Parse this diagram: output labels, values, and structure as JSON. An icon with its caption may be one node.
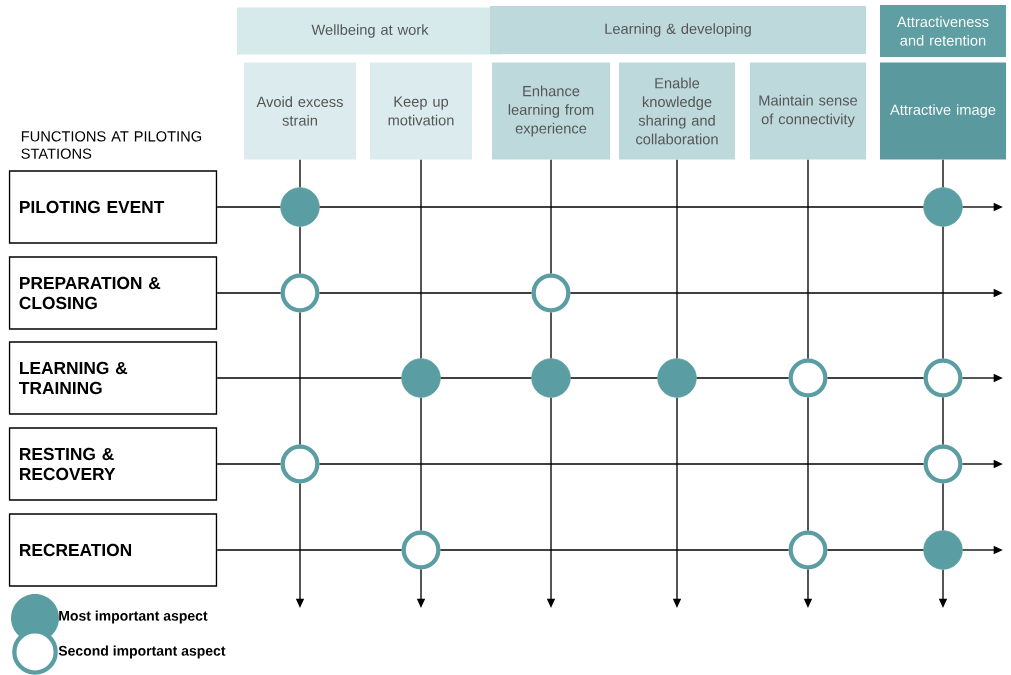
{
  "diagram": {
    "nodes": [
      {
        "text": [
          "Wellbeing at work"
        ]
      },
      {
        "text": [
          "Learning & developing"
        ]
      },
      {
        "text": [
          "Attractiveness and retention"
        ]
      },
      {
        "text": [
          "Avoid excess strain"
        ]
      },
      {
        "text": [
          "Keep up motivation"
        ]
      },
      {
        "text": [
          "Enhance learning from experience"
        ]
      },
      {
        "text": [
          "Enable knowledge sharing and collaboration"
        ]
      },
      {
        "text": [
          "Maintain sense of connectivity"
        ]
      },
      {
        "text": [
          "Attractive image"
        ]
      },
      {
        "text": [
          "PILOTING EVENT"
        ]
      },
      {
        "text": [
          "PREPARATION & CLOSING"
        ]
      },
      {
        "text": [
          "LEARNING & TRAINING"
        ]
      },
      {
        "text": [
          "RESTING & RECOVERY"
        ]
      },
      {
        "text": [
          "RECREATION"
        ]
      },
      {
        "text": [],
        "shape": "disc"
      },
      {
        "text": [],
        "shape": "disc"
      },
      {
        "text": [],
        "shape": "ring"
      },
      {
        "text": [],
        "shape": "ring"
      },
      {
        "text": [],
        "shape": "disc"
      },
      {
        "text": [],
        "shape": "disc"
      },
      {
        "text": [],
        "shape": "disc"
      },
      {
        "text": [],
        "shape": "ring"
      },
      {
        "text": [],
        "shape": "ring"
      },
      {
        "text": [],
        "shape": "ring"
      },
      {
        "text": [],
        "shape": "ring"
      },
      {
        "text": [],
        "shape": "ring"
      },
      {
        "text": [],
        "shape": "ring"
      },
      {
        "text": [],
        "shape": "disc"
      }
    ],
    "edges": [
      {
        "from": 9,
        "to": 14,
        "arrow": "none"
      },
      {
        "from": 14,
        "to": 15,
        "arrow": "none"
      },
      {
        "from": 15,
        "to": null,
        "arrow": "to"
      },
      {
        "from": 10,
        "to": 16,
        "arrow": "none"
      },
      {
        "from": 16,
        "to": 17,
        "arrow": "none"
      },
      {
        "from": 17,
        "to": null,
        "arrow": "to"
      },
      {
        "from": 11,
        "to": 18,
        "arrow": "none"
      },
      {
        "from": 18,
        "to": 19,
        "arrow": "none"
      },
      {
        "from": 19,
        "to": 20,
        "arrow": "none"
      },
      {
        "from": 20,
        "to": 21,
        "arrow": "none"
      },
      {
        "from": 21,
        "to": 22,
        "arrow": "none"
      },
      {
        "from": 22,
        "to": null,
        "arrow": "to"
      },
      {
        "from": 12,
        "to": 23,
        "arrow": "none"
      },
      {
        "from": 23,
        "to": 24,
        "arrow": "none"
      },
      {
        "from": 24,
        "to": null,
        "arrow": "to"
      },
      {
        "from": 13,
        "to": 25,
        "arrow": "none"
      },
      {
        "from": 25,
        "to": 26,
        "arrow": "none"
      },
      {
        "from": 26,
        "to": 27,
        "arrow": "none"
      },
      {
        "from": 27,
        "to": null,
        "arrow": "to"
      },
      {
        "from": 3,
        "to": 14,
        "arrow": "none"
      },
      {
        "from": 14,
        "to": 16,
        "arrow": "none"
      },
      {
        "from": 16,
        "to": 23,
        "arrow": "none"
      },
      {
        "from": 23,
        "to": null,
        "arrow": "to"
      },
      {
        "from": 4,
        "to": 18,
        "arrow": "none"
      },
      {
        "from": 18,
        "to": 25,
        "arrow": "none"
      },
      {
        "from": 25,
        "to": null,
        "arrow": "to"
      },
      {
        "from": 5,
        "to": 17,
        "arrow": "none"
      },
      {
        "from": 17,
        "to": 19,
        "arrow": "none"
      },
      {
        "from": 19,
        "to": null,
        "arrow": "to"
      },
      {
        "from": 6,
        "to": 20,
        "arrow": "none"
      },
      {
        "from": 20,
        "to": null,
        "arrow": "to"
      },
      {
        "from": 7,
        "to": 21,
        "arrow": "none"
      },
      {
        "from": 21,
        "to": 26,
        "arrow": "none"
      },
      {
        "from": 26,
        "to": null,
        "arrow": "to"
      },
      {
        "from": 8,
        "to": 15,
        "arrow": "none"
      },
      {
        "from": 15,
        "to": 22,
        "arrow": "none"
      },
      {
        "from": 22,
        "to": 24,
        "arrow": "none"
      },
      {
        "from": 24,
        "to": 27,
        "arrow": "none"
      },
      {
        "from": 27,
        "to": null,
        "arrow": "to"
      }
    ],
    "labels": [
      "FUNCTIONS AT PILOTING STATIONS"
    ],
    "legend": [
      {
        "text": "Most important aspect"
      },
      {
        "text": "Second important aspect"
      }
    ]
  }
}
